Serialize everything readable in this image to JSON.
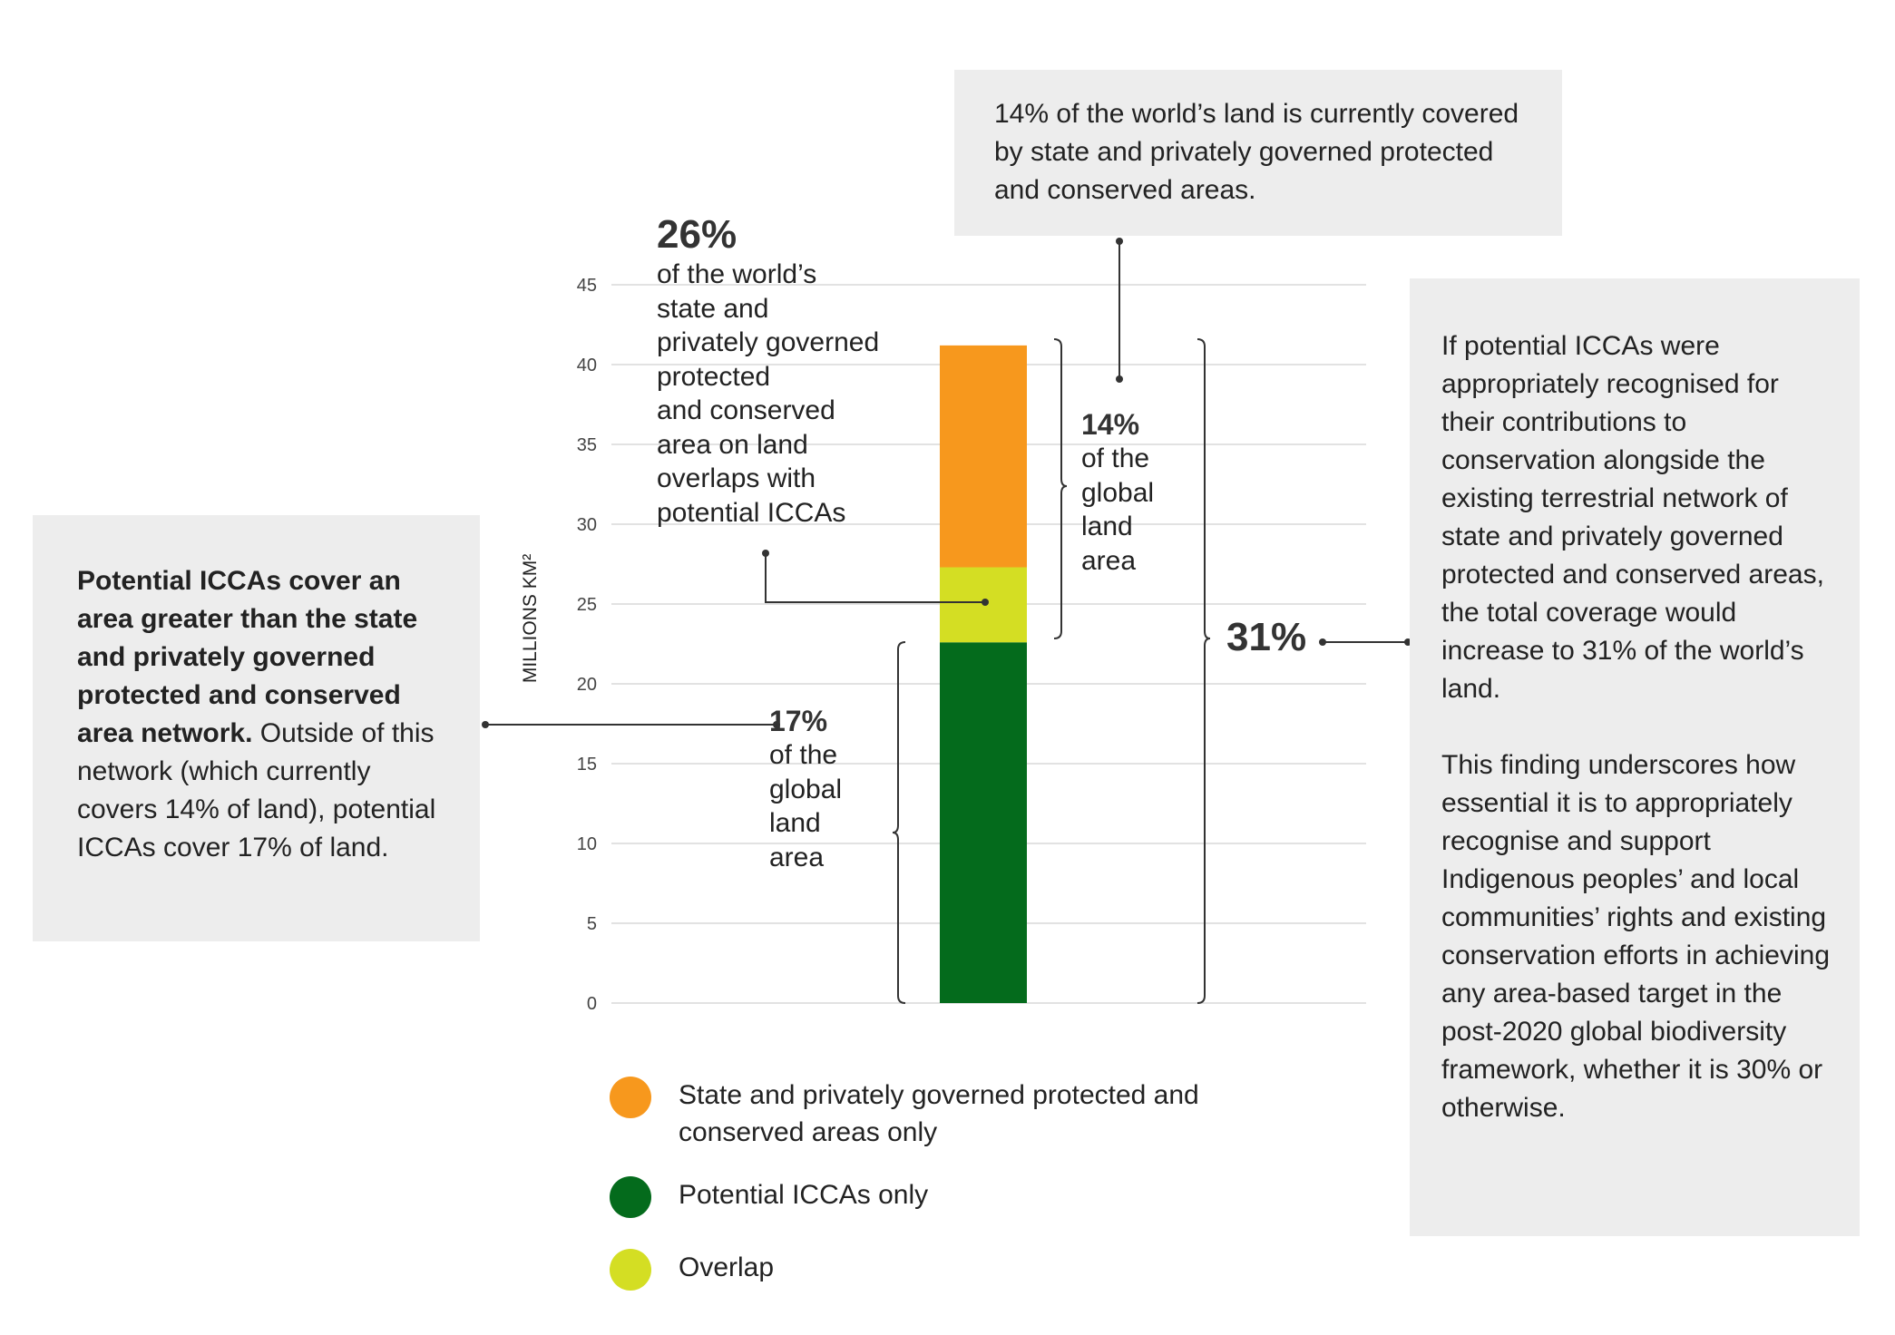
{
  "colors": {
    "state_private": "#F7981D",
    "icca_only": "#046B1C",
    "overlap": "#D4DE23",
    "grid": "#d9d9d9",
    "box_bg": "#ededed",
    "text": "#222222"
  },
  "chart_data": {
    "type": "bar",
    "stacked": true,
    "ylabel": "MILLIONS KM²",
    "ylim": [
      0,
      45
    ],
    "yticks": [
      0,
      5,
      10,
      15,
      20,
      25,
      30,
      35,
      40,
      45
    ],
    "grid": true,
    "series": [
      {
        "name": "Potential ICCAs only",
        "value": 22.6,
        "color": "#046B1C"
      },
      {
        "name": "Overlap",
        "value": 4.7,
        "color": "#D4DE23"
      },
      {
        "name": "State and privately governed protected and conserved areas only",
        "value": 13.9,
        "color": "#F7981D"
      }
    ]
  },
  "annotations": {
    "overlap_pct": "26%",
    "overlap_text": "of the world’s\nstate and\nprivately governed\nprotected\nand conserved\narea on land\noverlaps with\npotential ICCAs",
    "network_pct": "14%",
    "network_text": "of the\nglobal\nland\narea",
    "icca_pct": "17%",
    "icca_text": "of the\nglobal\nland\narea",
    "total_pct": "31%"
  },
  "boxes": {
    "top": "14% of the world’s land is currently covered by state and privately governed protected and conserved areas.",
    "left_bold": "Potential ICCAs cover an area greater than the state and privately governed protected and conserved area network.",
    "left_rest": " Outside of this network (which currently covers 14% of land), potential ICCAs cover 17% of land.",
    "right_p1": "If potential ICCAs were appropriately recognised for their contributions to conservation alongside the existing terrestrial network of state and privately governed protected and conserved areas, the total coverage would increase to 31% of the world’s land.",
    "right_p2": "This finding underscores how essential it is to appropriately recognise and support Indigenous peoples’ and local communities’ rights and existing conservation efforts in achieving any area-based target in the post-2020 global biodiversity framework, whether it is 30% or otherwise."
  },
  "legend": [
    {
      "label": "State and privately governed protected and conserved areas only",
      "color": "#F7981D"
    },
    {
      "label": "Potential ICCAs only",
      "color": "#046B1C"
    },
    {
      "label": "Overlap",
      "color": "#D4DE23"
    }
  ]
}
